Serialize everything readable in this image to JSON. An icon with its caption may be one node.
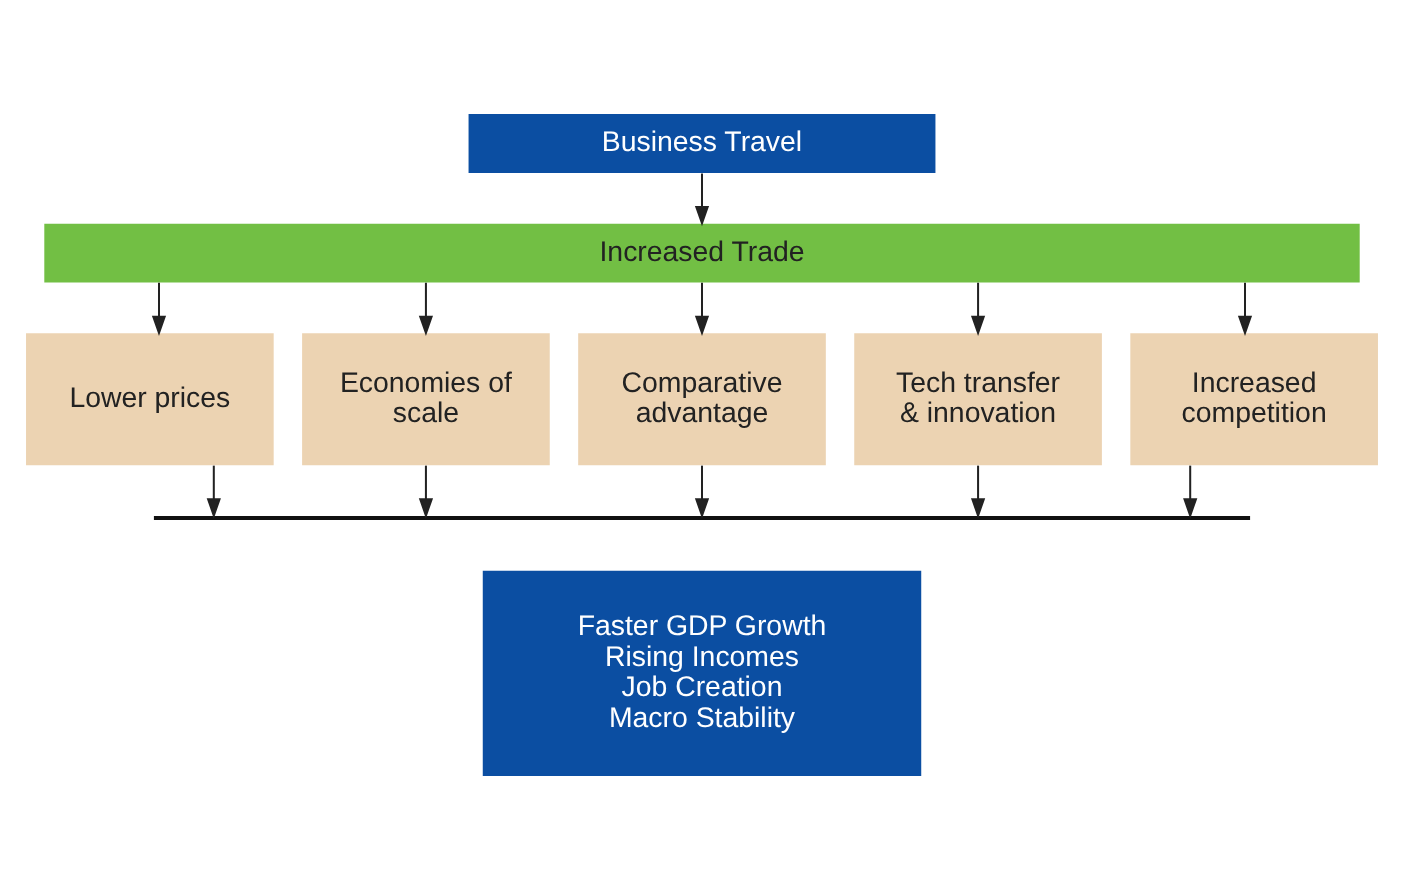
{
  "diagram": {
    "nodes": [
      {
        "text": [
          "Business Travel"
        ]
      },
      {
        "text": [
          "Increased Trade"
        ]
      },
      {
        "text": [
          "Lower prices"
        ]
      },
      {
        "text": [
          "Economies of scale"
        ]
      },
      {
        "text": [
          "Comparative advantage"
        ]
      },
      {
        "text": [
          "Tech transfer & innovation"
        ]
      },
      {
        "text": [
          "Increased competition"
        ]
      },
      {
        "text": [],
        "shape": "bar"
      },
      {
        "text": [
          "Faster GDP Growth",
          "Rising Incomes",
          "Job Creation",
          "Macro Stability"
        ]
      }
    ],
    "edges": [
      {
        "from": 0,
        "to": 1,
        "arrow": "to"
      },
      {
        "from": 1,
        "to": 2,
        "arrow": "to"
      },
      {
        "from": 1,
        "to": 3,
        "arrow": "to"
      },
      {
        "from": 1,
        "to": 4,
        "arrow": "to"
      },
      {
        "from": 1,
        "to": 5,
        "arrow": "to"
      },
      {
        "from": 1,
        "to": 6,
        "arrow": "to"
      },
      {
        "from": 2,
        "to": 7,
        "arrow": "to"
      },
      {
        "from": 3,
        "to": 7,
        "arrow": "to"
      },
      {
        "from": 4,
        "to": 7,
        "arrow": "to"
      },
      {
        "from": 5,
        "to": 7,
        "arrow": "to"
      },
      {
        "from": 6,
        "to": 7,
        "arrow": "to"
      }
    ]
  }
}
